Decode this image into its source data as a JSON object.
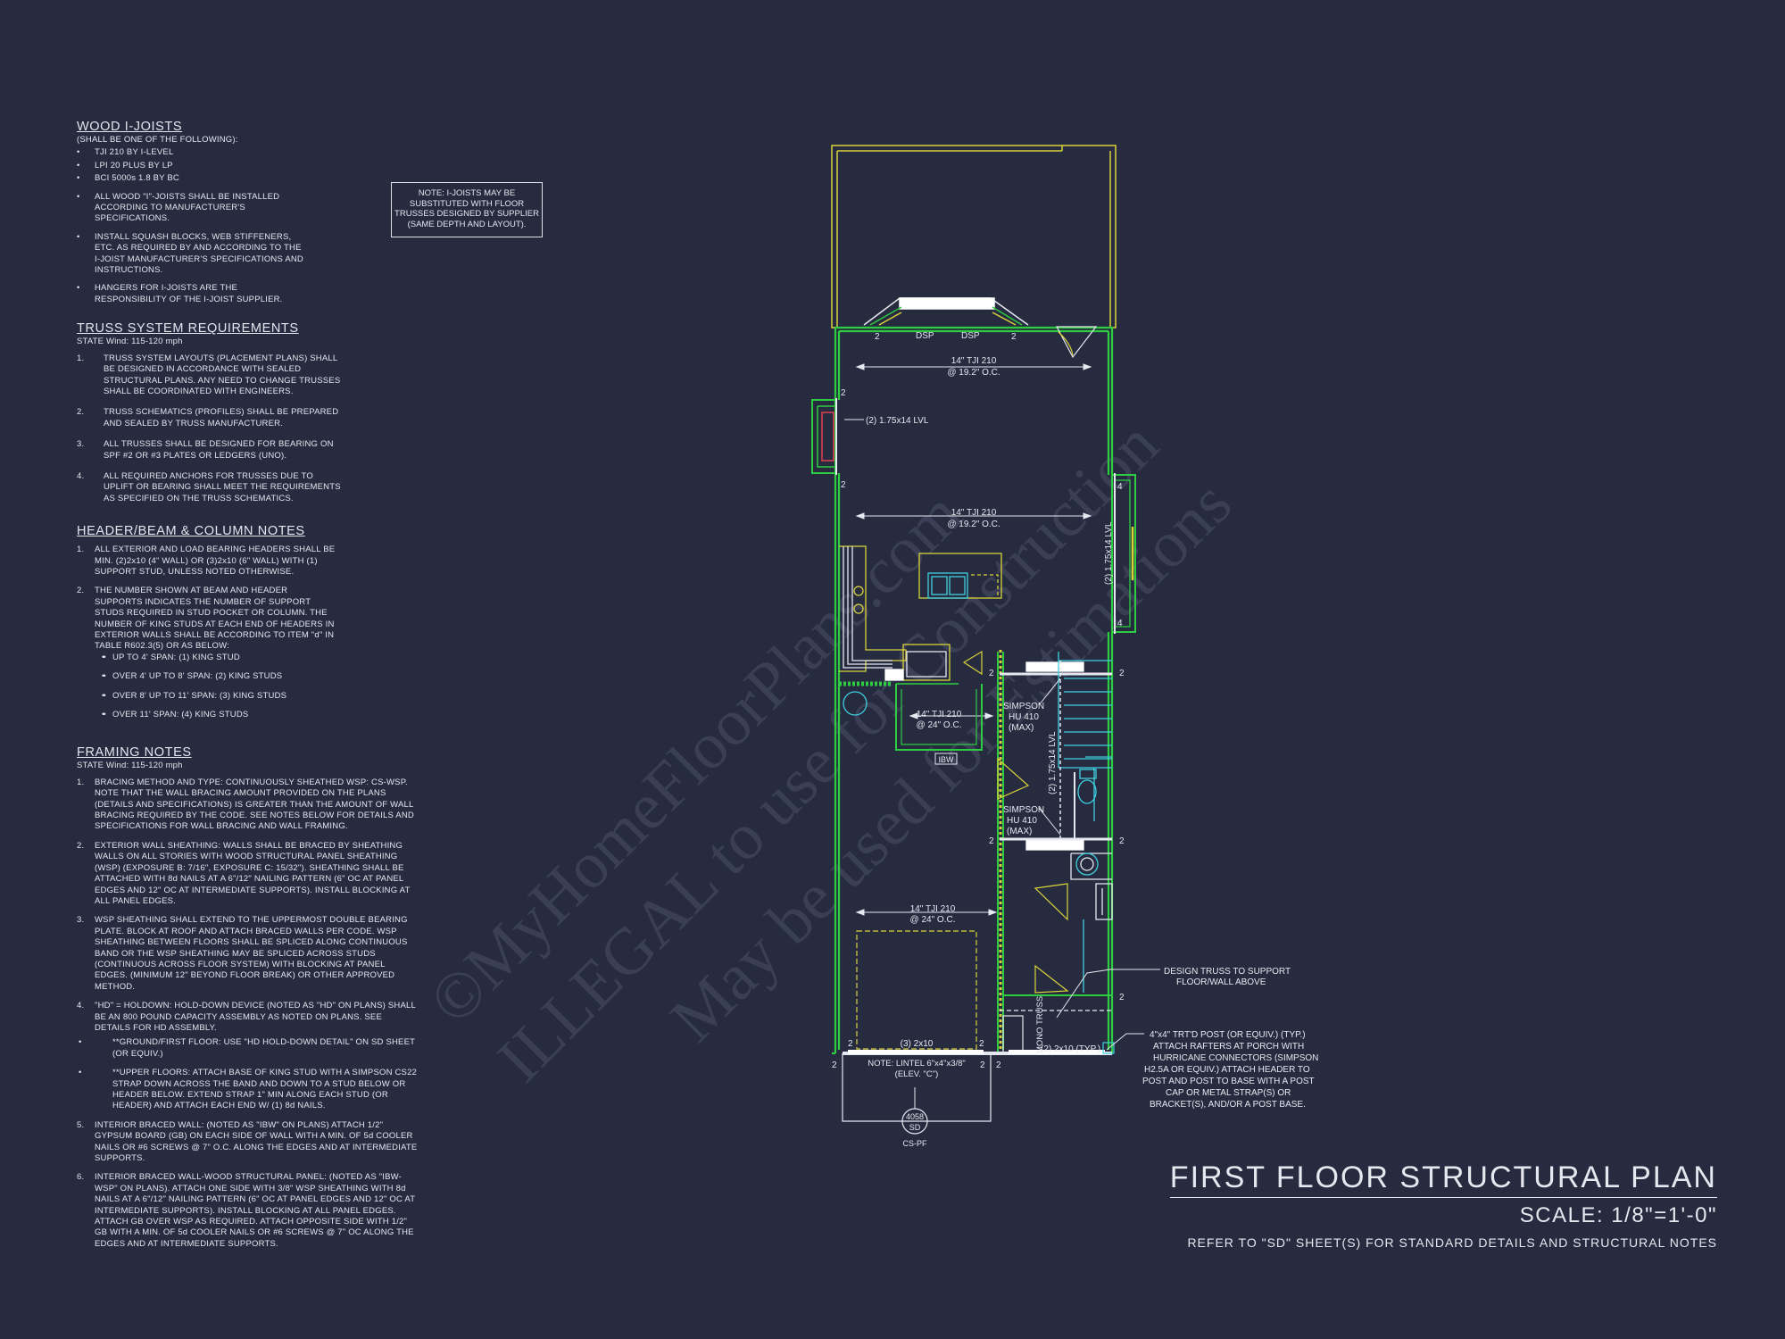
{
  "notes": {
    "wood_ijoists": {
      "title": "WOOD I-JOISTS",
      "subtitle": "(SHALL BE ONE OF THE FOLLOWING):",
      "bullets": [
        "TJI 210 BY I-LEVEL",
        "LPI 20 PLUS BY LP",
        "BCI 5000s 1.8 BY BC",
        "ALL WOOD \"I\"-JOISTS SHALL BE INSTALLED ACCORDING TO MANUFACTURER'S SPECIFICATIONS.",
        "INSTALL SQUASH BLOCKS, WEB STIFFENERS, ETC. AS REQUIRED BY AND ACCORDING TO THE I-JOIST MANUFACTURER'S SPECIFICATIONS AND INSTRUCTIONS.",
        "HANGERS FOR I-JOISTS ARE THE RESPONSIBILITY OF THE I-JOIST SUPPLIER."
      ]
    },
    "truss": {
      "title": "TRUSS SYSTEM REQUIREMENTS",
      "subtitle": "STATE Wind: 115-120 mph",
      "items": [
        {
          "n": "1.",
          "text": "TRUSS SYSTEM LAYOUTS (PLACEMENT PLANS) SHALL BE DESIGNED IN ACCORDANCE WITH SEALED STRUCTURAL PLANS. ANY NEED TO CHANGE TRUSSES SHALL BE COORDINATED WITH ENGINEERS."
        },
        {
          "n": "2.",
          "text": "TRUSS SCHEMATICS (PROFILES) SHALL BE PREPARED AND SEALED BY TRUSS MANUFACTURER."
        },
        {
          "n": "3.",
          "text": "ALL TRUSSES SHALL BE DESIGNED FOR BEARING ON SPF #2 OR #3 PLATES OR LEDGERS (UNO)."
        },
        {
          "n": "4.",
          "text": "ALL REQUIRED ANCHORS FOR TRUSSES DUE TO UPLIFT OR BEARING SHALL MEET THE REQUIREMENTS AS SPECIFIED ON THE TRUSS SCHEMATICS."
        }
      ]
    },
    "header": {
      "title": "HEADER/BEAM & COLUMN NOTES",
      "items": [
        {
          "n": "1.",
          "text": "ALL EXTERIOR AND LOAD BEARING HEADERS SHALL BE MIN. (2)2x10 (4\" WALL) OR (3)2x10 (6\" WALL) WITH (1) SUPPORT STUD, UNLESS NOTED OTHERWISE."
        },
        {
          "n": "2.",
          "text": "THE NUMBER SHOWN AT BEAM AND HEADER SUPPORTS INDICATES THE NUMBER OF SUPPORT STUDS REQUIRED IN STUD POCKET OR COLUMN. THE NUMBER OF KING STUDS AT EACH END OF HEADERS IN EXTERIOR WALLS SHALL BE ACCORDING TO ITEM \"d\" IN TABLE R602.3(5) OR AS BELOW:"
        }
      ],
      "sub": [
        "UP TO 4' SPAN: (1) KING STUD",
        "OVER 4' UP TO 8' SPAN: (2) KING STUDS",
        "OVER 8' UP TO 11' SPAN: (3) KING STUDS",
        "OVER 11' SPAN: (4) KING STUDS"
      ]
    },
    "framing": {
      "title": "FRAMING NOTES",
      "subtitle": "STATE Wind: 115-120 mph",
      "items": [
        {
          "n": "1.",
          "text": "BRACING METHOD AND TYPE: CONTINUOUSLY SHEATHED WSP: CS-WSP. NOTE THAT THE WALL BRACING AMOUNT PROVIDED ON THE PLANS (DETAILS AND SPECIFICATIONS) IS GREATER THAN THE AMOUNT OF WALL BRACING REQUIRED BY THE CODE. SEE NOTES BELOW FOR DETAILS AND SPECIFICATIONS FOR WALL BRACING AND WALL FRAMING."
        },
        {
          "n": "2.",
          "text": "EXTERIOR WALL SHEATHING: WALLS SHALL BE BRACED BY SHEATHING WALLS ON ALL STORIES WITH WOOD STRUCTURAL PANEL SHEATHING (WSP) (EXPOSURE B: 7/16\", EXPOSURE C: 15/32\"). SHEATHING SHALL BE ATTACHED WITH 8d NAILS AT A 6\"/12\" NAILING PATTERN (6\" OC AT PANEL EDGES AND 12\" OC AT INTERMEDIATE SUPPORTS). INSTALL BLOCKING AT ALL PANEL EDGES."
        },
        {
          "n": "3.",
          "text": "WSP SHEATHING SHALL EXTEND TO THE UPPERMOST DOUBLE BEARING PLATE. BLOCK AT ROOF AND ATTACH BRACED WALLS PER CODE. WSP SHEATHING BETWEEN FLOORS SHALL BE SPLICED ALONG CONTINUOUS BAND OR THE WSP SHEATHING MAY BE SPLICED ACROSS STUDS (CONTINUOUS ACROSS FLOOR SYSTEM) WITH BLOCKING AT PANEL EDGES. (MINIMUM 12\" BEYOND FLOOR BREAK) OR OTHER APPROVED METHOD."
        },
        {
          "n": "4.",
          "text": "\"HD\" = HOLDOWN: HOLD-DOWN DEVICE (NOTED AS \"HD\" ON PLANS) SHALL BE AN 800 POUND CAPACITY ASSEMBLY AS NOTED ON PLANS. SEE DETAILS FOR HD ASSEMBLY."
        },
        {
          "n": "5.",
          "text": "INTERIOR BRACED WALL: (NOTED AS \"IBW\" ON PLANS) ATTACH 1/2\" GYPSUM BOARD (GB) ON EACH SIDE OF WALL WITH A MIN. OF 5d COOLER NAILS OR #6 SCREWS @ 7\" O.C. ALONG THE EDGES AND AT INTERMEDIATE SUPPORTS."
        },
        {
          "n": "6.",
          "text": "INTERIOR BRACED WALL-WOOD STRUCTURAL PANEL: (NOTED AS \"IBW-WSP\" ON PLANS). ATTACH ONE SIDE WITH 3/8\" WSP SHEATHING WITH 8d NAILS AT A 6\"/12\" NAILING PATTERN (6\" OC AT PANEL EDGES AND 12\" OC AT INTERMEDIATE SUPPORTS). INSTALL BLOCKING AT ALL PANEL EDGES. ATTACH GB OVER WSP AS REQUIRED. ATTACH OPPOSITE SIDE WITH 1/2\" GB WITH A MIN. OF 5d COOLER NAILS OR #6 SCREWS @ 7\" OC ALONG THE EDGES AND AT INTERMEDIATE SUPPORTS."
        }
      ],
      "item4_sub": [
        "**GROUND/FIRST FLOOR: USE \"HD HOLD-DOWN DETAIL\" ON SD SHEET (OR EQUIV.)",
        "**UPPER FLOORS: ATTACH BASE OF KING STUD WITH A SIMPSON CS22 STRAP DOWN ACROSS THE BAND AND DOWN TO A STUD BELOW OR HEADER BELOW. EXTEND STRAP 1\" MIN ALONG EACH STUD (OR HEADER) AND ATTACH EACH END W/ (1) 8d NAILS."
      ]
    }
  },
  "box_note": "NOTE: I-JOISTS MAY BE SUBSTITUTED WITH FLOOR TRUSSES DESIGNED BY SUPPLIER (SAME DEPTH AND LAYOUT).",
  "watermark": {
    "line1": "©MyHomeFloorPlans.com",
    "line2": "ILLEGAL to use for Construction",
    "line3": "May be used for Estimations"
  },
  "plan_labels": {
    "dsp1": "DSP",
    "dsp2": "DSP",
    "two": "2",
    "four": "4",
    "joist1_a": "14\" TJI 210",
    "joist1_b": "@ 19.2\" O.C.",
    "lvl_left": "(2) 1.75x14 LVL",
    "joist2_a": "14\" TJI 210",
    "joist2_b": "@ 19.2\" O.C.",
    "lvl_right": "(2) 1.75x14 LVL",
    "joist3_a": "14\" TJI 210",
    "joist3_b": "@ 24\" O.C.",
    "simpson1_a": "SIMPSON",
    "simpson1_b": "HU 410",
    "simpson1_c": "(MAX)",
    "simpson2_a": "SIMPSON",
    "simpson2_b": "HU 410",
    "simpson2_c": "(MAX)",
    "lvl_mid": "(2) 1.75x14 LVL",
    "ibw": "IBW",
    "joist4_a": "14\" TJI 210",
    "joist4_b": "@ 24\" O.C.",
    "design_truss_a": "DESIGN TRUSS TO SUPPORT",
    "design_truss_b": "FLOOR/WALL ABOVE",
    "header_3_2x10": "(3) 2x10",
    "lintel_a": "NOTE: LINTEL 6\"x4\"x3/8\"",
    "lintel_b": "(ELEV. \"C\")",
    "mono_truss": "MONO TRUSS",
    "porch_header": "(2) 2x10 (TYP.)",
    "detail_ref": "4058",
    "detail_sheet": "SD",
    "detail_code": "CS-PF",
    "post_note": [
      "4\"x4\" TRT'D POST (OR EQUIV.) (TYP.)",
      "ATTACH RAFTERS AT PORCH WITH",
      "HURRICANE CONNECTORS (SIMPSON",
      "H2.5A OR EQUIV.) ATTACH HEADER TO",
      "POST AND POST TO BASE WITH A POST",
      "CAP OR METAL STRAP(S) OR",
      "BRACKET(S), AND/OR A POST BASE."
    ]
  },
  "title_block": {
    "title": "FIRST FLOOR STRUCTURAL PLAN",
    "scale": "SCALE: 1/8\"=1'-0\"",
    "reference": "REFER TO \"SD\" SHEET(S) FOR STANDARD DETAILS AND STRUCTURAL NOTES"
  },
  "colors": {
    "background": "#262b40",
    "wall_green": "#2ecc40",
    "outline_yellow": "#d9d23a",
    "cyan": "#3fd0e0",
    "text": "#e6e8ef"
  }
}
